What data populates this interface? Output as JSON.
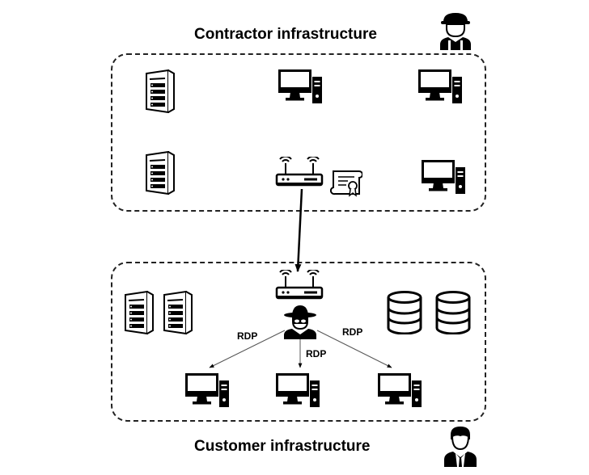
{
  "contractor": {
    "title": "Contractor infrastructure"
  },
  "customer": {
    "title": "Customer infrastructure"
  },
  "connections": {
    "rdp_left": "RDP",
    "rdp_center": "RDP",
    "rdp_right": "RDP"
  },
  "colors": {
    "ink": "#000000",
    "background": "#ffffff"
  },
  "icons": [
    "contractor-worker-icon",
    "customer-person-icon",
    "server-icon",
    "desktop-computer-icon",
    "router-icon",
    "certificate-icon",
    "hacker-icon",
    "database-icon"
  ]
}
